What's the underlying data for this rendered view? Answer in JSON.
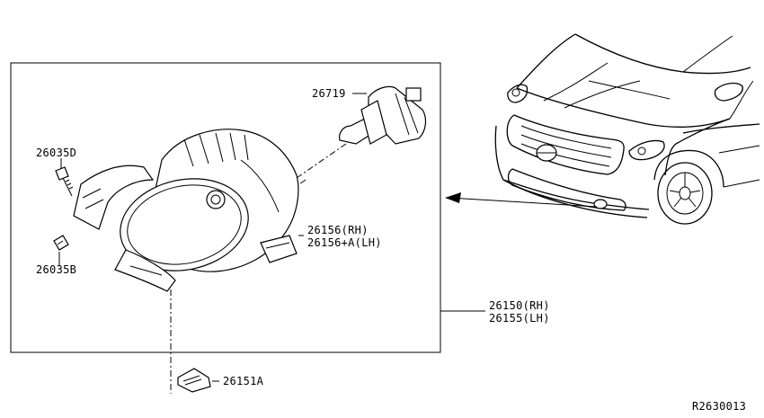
{
  "parts": {
    "bulb": "26719",
    "screw": "26035D",
    "clip": "26035B",
    "bracket_rh": "26156(RH)",
    "bracket_lh": "26156+A(LH)",
    "lamp_rh": "26150(RH)",
    "lamp_lh": "26155(LH)",
    "grommet": "26151A"
  },
  "figure_ref": "R2630013"
}
